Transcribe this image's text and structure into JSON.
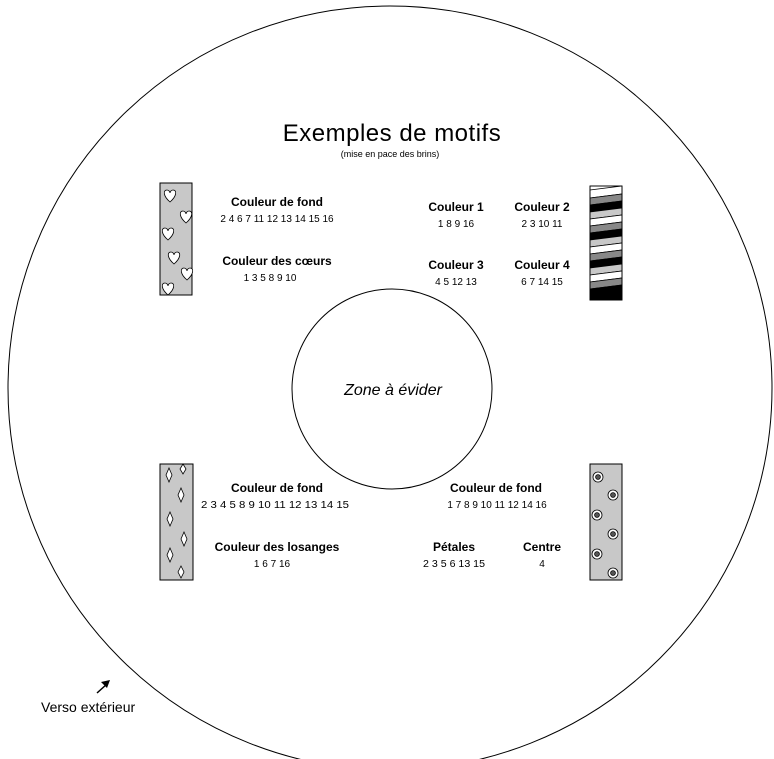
{
  "title": "Exemples de motifs",
  "subtitle": "(mise en pace des brins)",
  "center_hole": "Zone à évider",
  "verso_label": "Verso extérieur",
  "hearts_pattern": {
    "bg_label": "Couleur de fond",
    "bg_numbers": "2 4 6 7 11 12 13 14 15 16",
    "motif_label": "Couleur des cœurs",
    "motif_numbers": "1 3 5 8 9 10"
  },
  "stripes_pattern": {
    "c1_label": "Couleur 1",
    "c1_numbers": "1 8 9 16",
    "c2_label": "Couleur 2",
    "c2_numbers": "2 3 10 11",
    "c3_label": "Couleur 3",
    "c3_numbers": "4 5 12 13",
    "c4_label": "Couleur 4",
    "c4_numbers": "6 7 14 15"
  },
  "diamonds_pattern": {
    "bg_label": "Couleur de fond",
    "bg_numbers": "2 3 4 5 8 9 10 11 12 13 14 15",
    "motif_label": "Couleur des losanges",
    "motif_numbers": "1 6 7 16"
  },
  "flowers_pattern": {
    "bg_label": "Couleur de fond",
    "bg_numbers": "1 7 8 9 10 11 12 14 16",
    "petals_label": "Pétales",
    "petals_numbers": "2 3 5 6 13 15",
    "center_label": "Centre",
    "center_numbers": "4"
  },
  "colors": {
    "swatch_gray": "#c8c8c8",
    "stroke": "#000000"
  }
}
